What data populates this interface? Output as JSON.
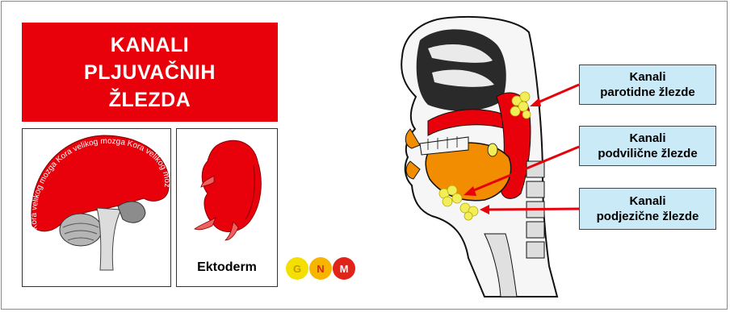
{
  "title": {
    "line1": "KANALI",
    "line2": "PLJUVAČNIH",
    "line3": "ŽLEZDA"
  },
  "brain_panel": {
    "cortex_label": "Kora velikog mozga Kora velikog mozga Kora velikog mozga Kora velikog mozga"
  },
  "embryo_panel": {
    "label": "Ektoderm"
  },
  "logo": {
    "letters": [
      "G",
      "N",
      "M"
    ]
  },
  "labels": [
    {
      "line1": "Kanali",
      "line2": "parotidne žlezde"
    },
    {
      "line1": "Kanali",
      "line2": "podviličnе žlezde"
    },
    {
      "line1": "Kanali",
      "line2": "podjezične žlezde"
    }
  ],
  "colors": {
    "red": "#e8000b",
    "label_bg": "#cbeaf7",
    "gland_yellow": "#f2ee5a",
    "tongue_orange": "#f28c00"
  }
}
